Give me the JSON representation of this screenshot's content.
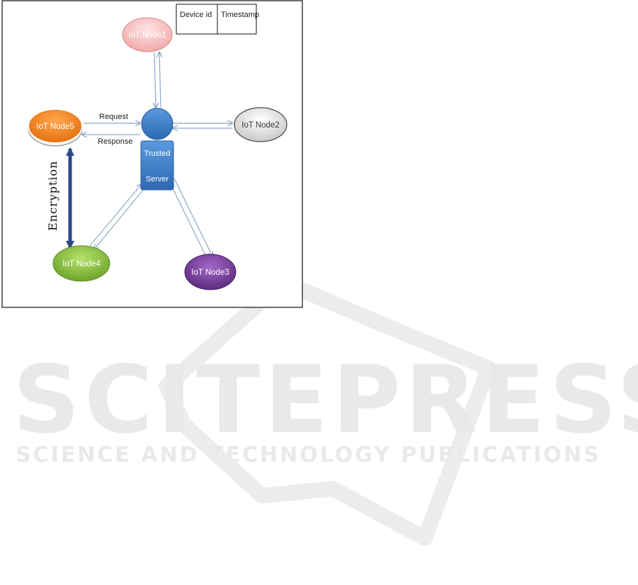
{
  "nodes": {
    "node1": {
      "label": "IoT Node1",
      "color": "#f7c6c7"
    },
    "node2": {
      "label": "IoT Node2",
      "color": "#d9d9d9"
    },
    "node3": {
      "label": "IoT Node3",
      "color": "#7a3f9e"
    },
    "node4": {
      "label": "IoT Node4",
      "color": "#86bf3a"
    },
    "node5": {
      "label": "IoT Node5",
      "color": "#f58220"
    }
  },
  "server": {
    "label_line1": "Trusted",
    "label_line2": "Server",
    "color": "#3a7cc4"
  },
  "table": {
    "col1": "Device id",
    "col2": "Timestamp"
  },
  "arrows": {
    "request": "Request",
    "response": "Response",
    "encryption": "Encryption"
  },
  "watermark": {
    "big": "SCITEPRESS",
    "small": "SCIENCE AND TECHNOLOGY PUBLICATIONS"
  },
  "colors": {
    "arrow": "#8fa8c8",
    "encryption_arrow": "#2c4a8a"
  }
}
